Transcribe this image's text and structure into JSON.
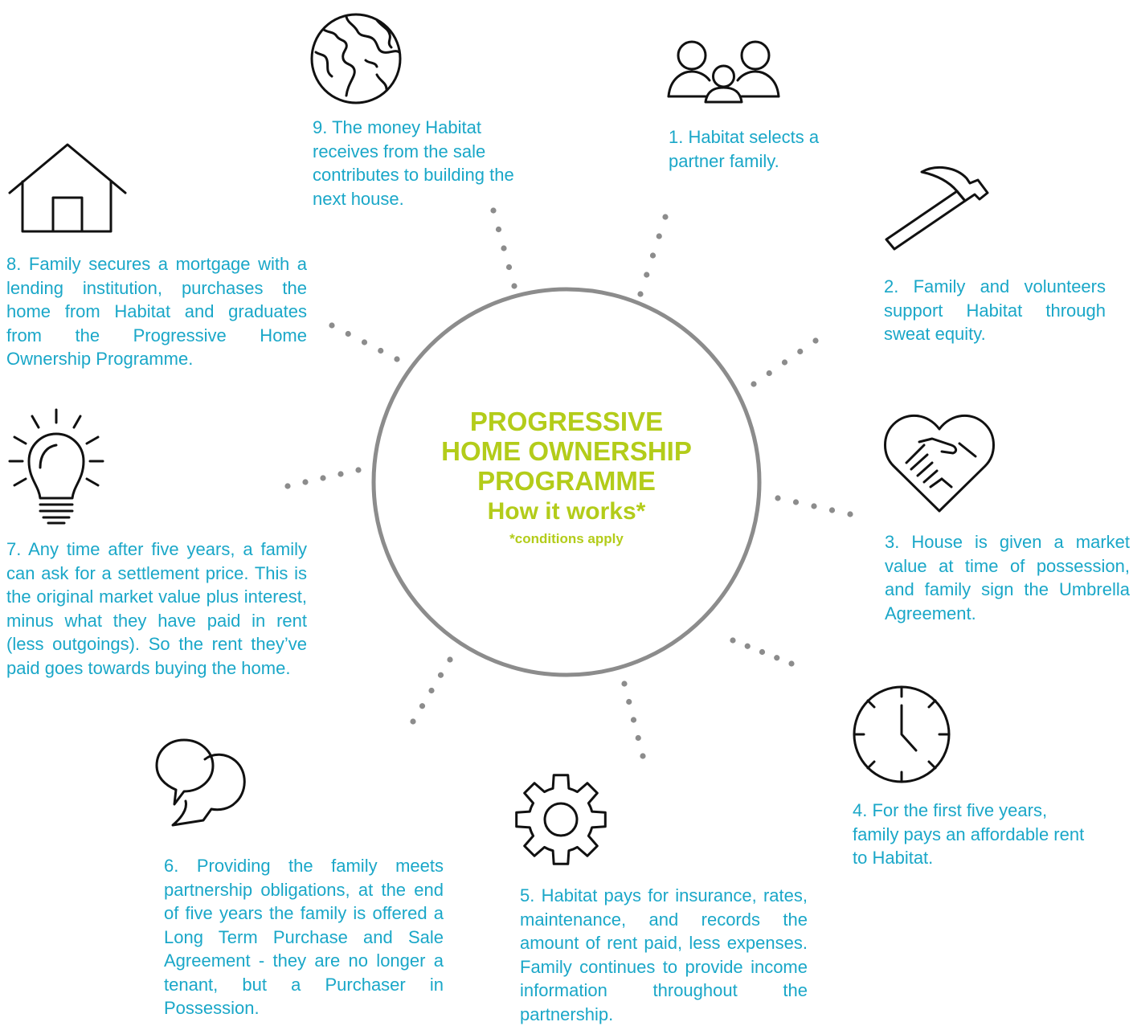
{
  "center": {
    "title_line1": "PROGRESSIVE",
    "title_line2": "HOME OWNERSHIP",
    "title_line3": "PROGRAMME",
    "subtitle": "How it works*",
    "note": "*conditions apply"
  },
  "steps": [
    {
      "text": "1. Habitat selects a partner family.",
      "icon": "people-icon"
    },
    {
      "text": "2. Family and volunteers support Habitat through sweat equity.",
      "icon": "hammer-icon"
    },
    {
      "text": "3. House is given a market value at time of possession, and family sign the Umbrella Agreement.",
      "icon": "heart-handshake-icon"
    },
    {
      "text": "4. For the first five years, family pays an affordable rent to Habitat.",
      "icon": "clock-icon"
    },
    {
      "text": "5. Habitat pays for insurance, rates, maintenance, and records the amount of rent paid, less expenses. Family continues to provide income information throughout the partnership.",
      "icon": "gear-icon"
    },
    {
      "text": "6. Providing the family meets partnership obligations, at the end of five years the family is offered a Long Term Purchase and Sale Agreement - they are no longer a tenant, but a Purchaser in Possession.",
      "icon": "speech-bubbles-icon"
    },
    {
      "text": "7. Any time after five years, a family can ask for a settlement price. This is the original market value plus interest, minus what they have paid in rent (less outgoings). So the rent they’ve paid goes towards buying the home.",
      "icon": "lightbulb-icon"
    },
    {
      "text": "8. Family secures a mortgage with a lending institution, purchases the home from Habitat and graduates from the Progressive Home Ownership Programme.",
      "icon": "house-icon"
    },
    {
      "text": "9. The money Habitat receives from the sale contributes to building the next house.",
      "icon": "globe-icon"
    }
  ],
  "colors": {
    "step_text": "#1aa7c8",
    "center_text": "#b3cc1a",
    "ring": "#8c8c8c",
    "icon_stroke": "#111111"
  }
}
